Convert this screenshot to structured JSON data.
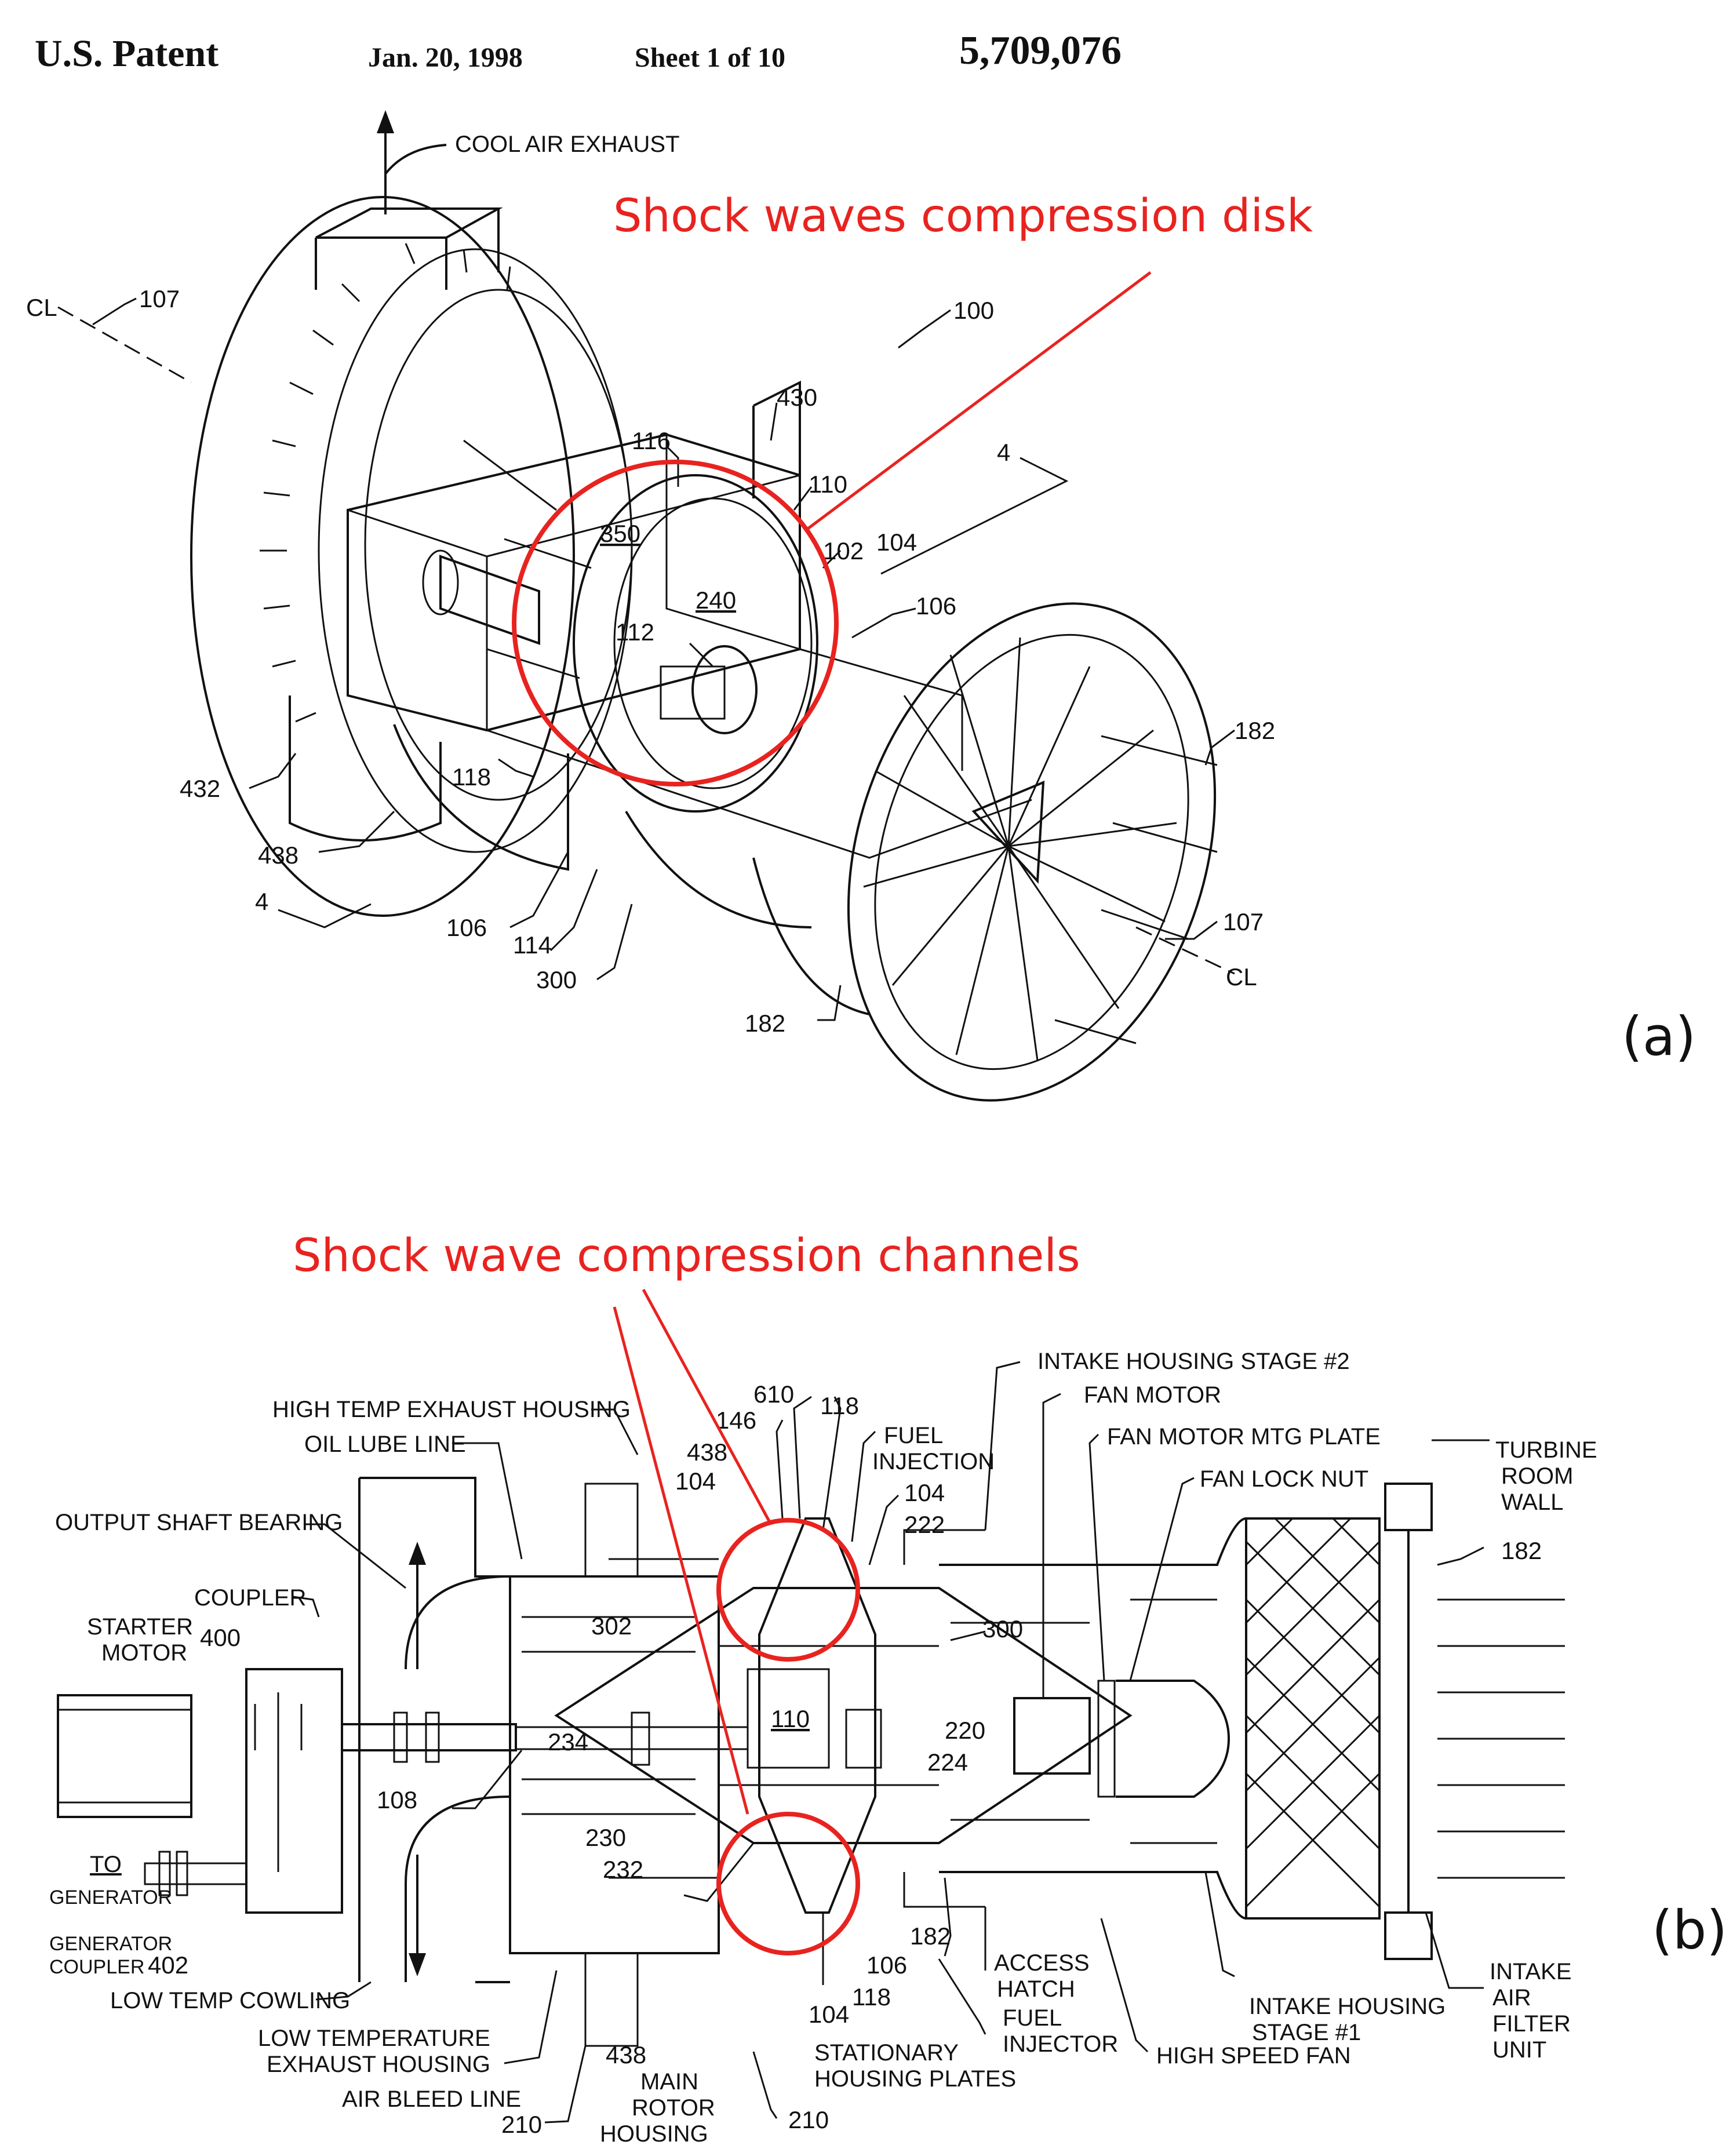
{
  "header": {
    "patent_label": "U.S. Patent",
    "date": "Jan. 20, 1998",
    "sheet": "Sheet 1 of 10",
    "patent_number": "5,709,076"
  },
  "annotations": {
    "top": "Shock waves compression disk",
    "bottom": "Shock wave compression channels"
  },
  "panel_labels": {
    "a": "(a)",
    "b": "(b)"
  },
  "fig_a_labels": {
    "cool_air_exhaust": "COOL AIR EXHAUST",
    "cl_left": "CL",
    "r107_left": "107",
    "r100": "100",
    "r430": "430",
    "r116": "116",
    "r110": "110",
    "r4_top": "4",
    "r350": "350",
    "r102": "102",
    "r104": "104",
    "r240": "240",
    "r106_top": "106",
    "r112": "112",
    "r182_right": "182",
    "r432": "432",
    "r118": "118",
    "r438": "438",
    "r4_bottom": "4",
    "r106_bottom": "106",
    "r114": "114",
    "r107_right": "107",
    "cl_right": "CL",
    "r300": "300",
    "r182_bottom": "182"
  },
  "fig_b_labels": {
    "intake_housing_stage2": "INTAKE HOUSING STAGE #2",
    "fan_motor": "FAN MOTOR",
    "fan_motor_mtg_plate": "FAN MOTOR MTG PLATE",
    "fan_lock_nut": "FAN LOCK NUT",
    "turbine_room_wall": [
      "TURBINE",
      "ROOM",
      "WALL"
    ],
    "high_temp_exhaust_housing": "HIGH TEMP EXHAUST HOUSING",
    "oil_lube_line": "OIL LUBE LINE",
    "output_shaft_bearing": "OUTPUT SHAFT BEARING",
    "coupler": "COUPLER",
    "starter_motor": [
      "STARTER",
      "MOTOR"
    ],
    "r400": "400",
    "r610": "610",
    "r146": "146",
    "r438_top": "438",
    "r104_a": "104",
    "r118_top": "118",
    "fuel_injection": [
      "FUEL",
      "INJECTION"
    ],
    "r104_b": "104",
    "r222": "222",
    "r182_right": "182",
    "r302": "302",
    "r300": "300",
    "r110": "110",
    "r220": "220",
    "r224": "224",
    "r234": "234",
    "r108": "108",
    "r230": "230",
    "r232": "232",
    "to_generator": [
      "TO",
      "GENERATOR"
    ],
    "generator_coupler": [
      "GENERATOR",
      "COUPLER"
    ],
    "r402": "402",
    "r182_bottom": "182",
    "r106": "106",
    "r118_bottom": "118",
    "r104_bottom": "104",
    "access_hatch": [
      "ACCESS",
      "HATCH"
    ],
    "intake_housing_stage1": [
      "INTAKE HOUSING",
      "STAGE #1"
    ],
    "intake_air_filter_unit": [
      "INTAKE",
      "AIR",
      "FILTER",
      "UNIT"
    ],
    "low_temp_cowling": "LOW TEMP COWLING",
    "low_temperature_exhaust_housing": [
      "LOW TEMPERATURE",
      "EXHAUST HOUSING"
    ],
    "r438_bottom": "438",
    "fuel_injector": [
      "FUEL",
      "INJECTOR"
    ],
    "stationary_housing_plates": [
      "STATIONARY",
      "HOUSING PLATES"
    ],
    "high_speed_fan": "HIGH SPEED FAN",
    "air_bleed_line": "AIR BLEED LINE",
    "main_rotor_housing": [
      "MAIN",
      "ROTOR",
      "HOUSING"
    ],
    "r210_left": "210",
    "r210_right": "210"
  }
}
